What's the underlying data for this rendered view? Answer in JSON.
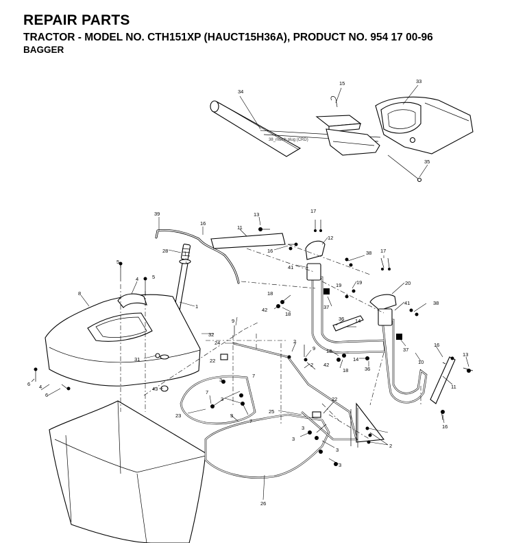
{
  "header": {
    "title": "REPAIR PARTS",
    "model_line": "TRACTOR - MODEL NO. CTH151XP (HAUCT15H36A), PRODUCT NO. 954 17 00-96",
    "section": "BAGGER"
  },
  "mulch_note": "38_mulch plug (CRD)",
  "callouts": {
    "c1": "1",
    "c2": "2",
    "c2b": "2",
    "c2c": "2",
    "c3a": "3",
    "c3b": "3",
    "c3c": "3",
    "c3d": "3",
    "c3e": "3",
    "c3f": "3",
    "c3g": "3",
    "c4": "4",
    "c4b": "4",
    "c5": "5",
    "c5b": "5",
    "c6": "6",
    "c6b": "6",
    "c7": "7",
    "c7b": "7",
    "c7c": "7",
    "c8": "8",
    "c9": "9",
    "c9b": "9",
    "c10": "10",
    "c11": "11",
    "c11b": "11",
    "c12": "12",
    "c13": "13",
    "c13b": "13",
    "c14": "14",
    "c14b": "14",
    "c15": "15",
    "c16": "16",
    "c16b": "16",
    "c16c": "16",
    "c16d": "16",
    "c17": "17",
    "c17b": "17",
    "c18": "18",
    "c18b": "18",
    "c18c": "18",
    "c18d": "18",
    "c19": "19",
    "c19b": "19",
    "c20": "20",
    "c22": "22",
    "c22b": "22",
    "c23": "23",
    "c24": "24",
    "c25": "25",
    "c26": "26",
    "c28": "28",
    "c31": "31",
    "c32": "32",
    "c33": "33",
    "c34": "34",
    "c35": "35",
    "c36": "36",
    "c36b": "36",
    "c37": "37",
    "c37b": "37",
    "c38": "38",
    "c38b": "38",
    "c39": "39",
    "c41": "41",
    "c41b": "41",
    "c42": "42",
    "c42b": "42",
    "c43": "43"
  }
}
